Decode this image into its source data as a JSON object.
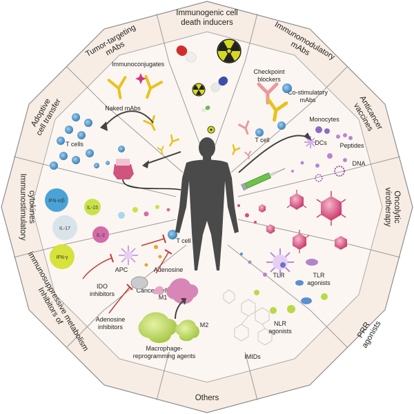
{
  "categories": {
    "icd": [
      "Immunogenic cell",
      "death inducers"
    ],
    "tumor_mabs": [
      "Tumor-targeting",
      "mAbs"
    ],
    "immunomod_mabs": [
      "Immunomodulatory",
      "mAbs"
    ],
    "adoptive": [
      "Adoptive",
      "cell transfer"
    ],
    "vaccines": [
      "Anticancer",
      "vaccines"
    ],
    "cytokines": [
      "Immunostimulatory",
      "cytokines"
    ],
    "oncolytic": [
      "Oncolytic",
      "virotherapy"
    ],
    "inhibitors": [
      "Inhibitors of",
      "immunosuppressive metabolism"
    ],
    "prr": [
      "PRR",
      "agonists"
    ],
    "others": "Others"
  },
  "inner_labels": {
    "immunoconjugates": "Immunoconjugates",
    "naked_mabs": "Naked mAbs",
    "checkpoint": [
      "Checkpoint",
      "blockers"
    ],
    "costim": [
      "Co-stimulatory",
      "mAbs"
    ],
    "t_cell_mabs": "T cell",
    "t_cells": "T cells",
    "monocytes": "Monocytes",
    "dcs": "DCs",
    "peptides": "Peptides",
    "dna": "DNA",
    "t_cell_inh": "T cell",
    "apc": "APC",
    "adenosine": "Adenosine",
    "cancer_cell": "Cancer cell",
    "ido": [
      "IDO",
      "inhibitors"
    ],
    "aden_inh": [
      "Adenosine",
      "inhibitors"
    ],
    "m1": "M1",
    "m2": "M2",
    "macrophage": [
      "Macrophage-",
      "reprogramming agents"
    ],
    "imids": "IMIDs",
    "tlr": "TLR",
    "tlr_agonists": [
      "TLR",
      "agonists"
    ],
    "nlr_agonists": [
      "NLR",
      "agonists"
    ]
  },
  "cytokines": [
    "IFN-α/β",
    "IL-17",
    "IL-15",
    "IL-2",
    "IFN-γ"
  ],
  "colors": {
    "ring_fill": "#f7ede4",
    "inner_fill": "#fbf6f1",
    "divider": "#9a9a9a",
    "silhouette": "#4a4a4a",
    "antibody_yellow": "#e8c21c",
    "antibody_pink": "#e79aa0",
    "virus_magenta": "#d8497d",
    "tcell_blue": "#3d7fb6",
    "inhibitor_red": "#c23b3b"
  }
}
